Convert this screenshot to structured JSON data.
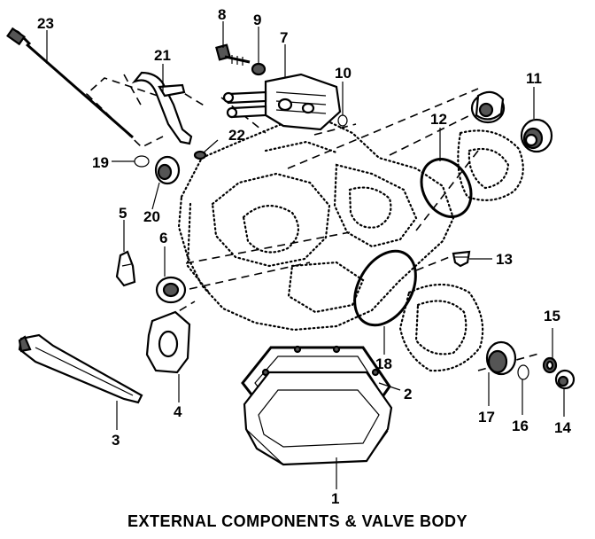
{
  "diagram": {
    "caption": "EXTERNAL COMPONENTS & VALVE BODY",
    "callouts": [
      "1",
      "2",
      "3",
      "4",
      "5",
      "6",
      "7",
      "8",
      "9",
      "10",
      "11",
      "12",
      "13",
      "14",
      "15",
      "16",
      "17",
      "18",
      "19",
      "20",
      "21",
      "22",
      "23"
    ]
  }
}
